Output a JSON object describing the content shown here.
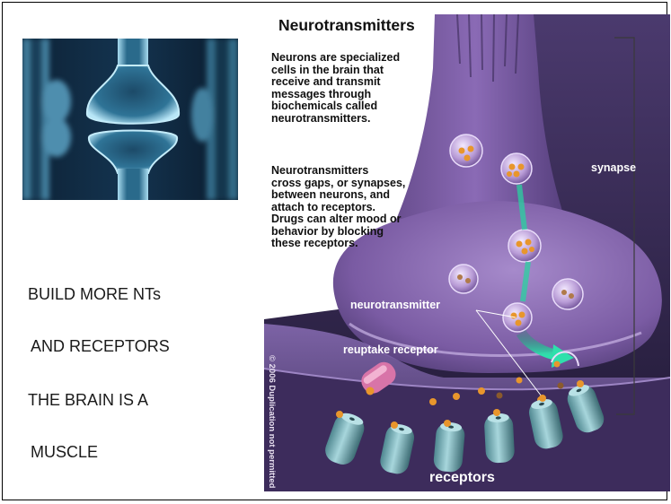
{
  "sidebar": {
    "lines": [
      "BUILD MORE NTs",
      "AND RECEPTORS",
      "THE BRAIN IS A",
      "MUSCLE"
    ]
  },
  "figure": {
    "title": "Neurotransmitters",
    "paragraph_1": "Neurons are specialized\ncells in the brain that\nreceive and transmit\nmessages through\nbiochemicals called\nneurotransmitters.",
    "paragraph_2": "Neurotransmitters\ncross gaps, or synapses,\nbetween neurons, and\nattach to receptors.\nDrugs can alter mood or\nbehavior by blocking\nthese receptors.",
    "label_synapse": "synapse",
    "label_neurotransmitter": "neurotransmitter",
    "label_reuptake": "reuptake receptor",
    "label_receptors": "receptors",
    "copyright": "© 2006 Duplication not permitted"
  },
  "colors": {
    "neuron_purple": "#7e5ea6",
    "background_dark": "#2e2348",
    "vesicle_orange": "#e8962c",
    "receptor_teal": "#6fa5ad",
    "arrow_green": "#29d1a0",
    "reuptake_pink": "#d874a8"
  }
}
